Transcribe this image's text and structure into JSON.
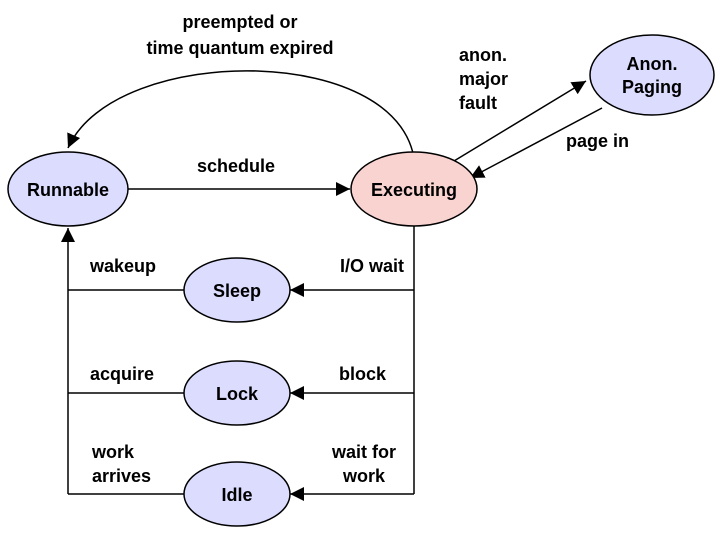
{
  "colors": {
    "state_fill": "#dcdcff",
    "executing_fill": "#f8d3d0",
    "stroke": "#000000"
  },
  "nodes": {
    "runnable": "Runnable",
    "executing": "Executing",
    "anon_paging": [
      "Anon.",
      "Paging"
    ],
    "sleep": "Sleep",
    "lock": "Lock",
    "idle": "Idle"
  },
  "edges": {
    "preempted": [
      "preempted or",
      "time quantum expired"
    ],
    "schedule": "schedule",
    "anon_major_fault": [
      "anon.",
      "major",
      "fault"
    ],
    "page_in": "page in",
    "io_wait": "I/O wait",
    "wakeup": "wakeup",
    "block": "block",
    "acquire": "acquire",
    "wait_for_work": [
      "wait for",
      "work"
    ],
    "work_arrives": [
      "work",
      "arrives"
    ]
  }
}
